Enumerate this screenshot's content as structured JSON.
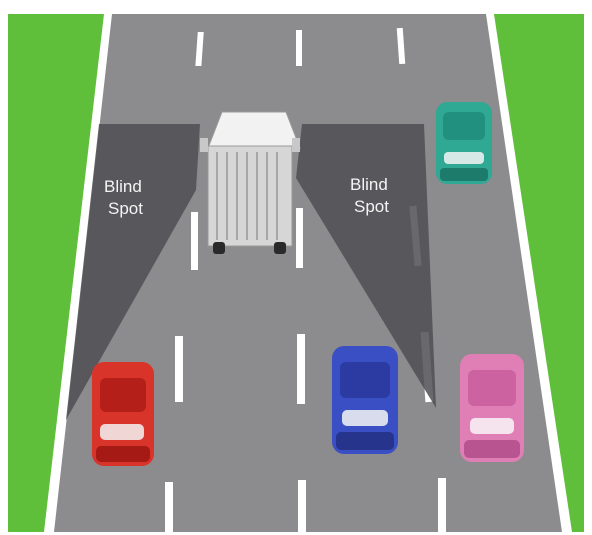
{
  "labels": {
    "left_blind_spot_line1": "Blind",
    "left_blind_spot_line2": "Spot",
    "right_blind_spot_line1": "Blind",
    "right_blind_spot_line2": "Spot"
  },
  "colors": {
    "grass": "#5fbf3a",
    "road": "#8c8c8e",
    "edge_line": "#ffffff",
    "blind_spot_zone": "#4f4f53",
    "truck": "#d6d6d6",
    "car_red": "#d8342a",
    "car_blue": "#3b4fc4",
    "car_pink": "#e07fb6",
    "car_teal": "#2fa894"
  },
  "icons": [
    "truck-icon",
    "red-car-icon",
    "blue-car-icon",
    "pink-car-icon",
    "teal-car-icon"
  ]
}
